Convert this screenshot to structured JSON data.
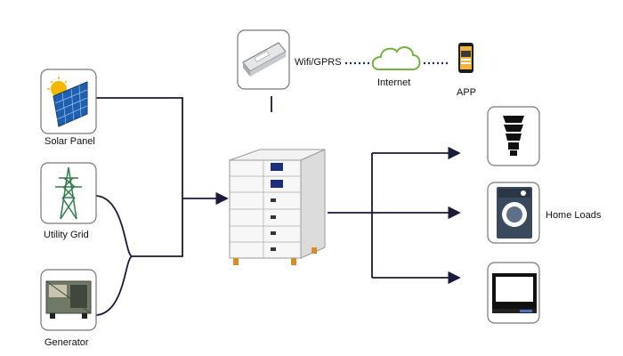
{
  "sources": {
    "solar": "Solar Panel",
    "grid": "Utility Grid",
    "generator": "Generator"
  },
  "comm": {
    "wifi": "Wifi/GPRS",
    "internet": "Internet",
    "app": "APP"
  },
  "loads": {
    "label": "Home Loads",
    "items": [
      "light-bulb-icon",
      "washing-machine-icon",
      "tv-icon"
    ]
  },
  "colors": {
    "line": "#1a1a3a",
    "dotted": "#1f2a6b",
    "cloud": "#6fb43c",
    "box_border": "#666666"
  }
}
